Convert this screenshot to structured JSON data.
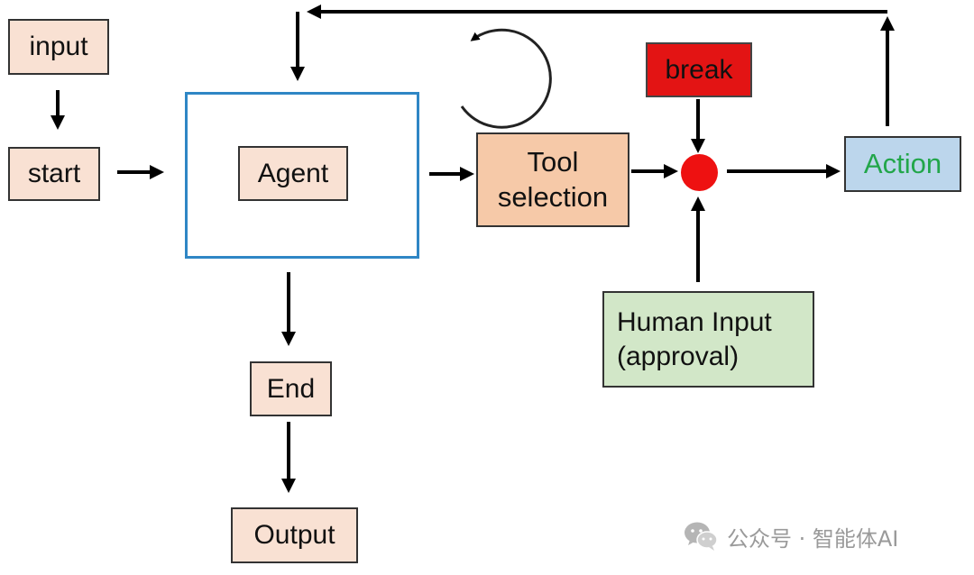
{
  "diagram": {
    "nodes": {
      "input": "input",
      "start": "start",
      "agent": "Agent",
      "tool_selection_line1": "Tool",
      "tool_selection_line2": "selection",
      "break": "break",
      "action": "Action",
      "human_input_line1": "Human Input",
      "human_input_line2": "(approval)",
      "end": "End",
      "output": "Output"
    },
    "edges": [
      {
        "from": "input",
        "to": "start"
      },
      {
        "from": "start",
        "to": "agent"
      },
      {
        "from": "agent",
        "to": "tool_selection"
      },
      {
        "from": "tool_selection",
        "to": "junction"
      },
      {
        "from": "break",
        "to": "junction"
      },
      {
        "from": "human_input",
        "to": "junction"
      },
      {
        "from": "junction",
        "to": "action"
      },
      {
        "from": "action",
        "to": "agent"
      },
      {
        "from": "agent",
        "to": "end"
      },
      {
        "from": "end",
        "to": "output"
      },
      {
        "from": "tool_selection",
        "to": "tool_selection",
        "kind": "loop"
      }
    ],
    "colors": {
      "peach": "#f9e1d3",
      "tool_selection": "#f6c9a8",
      "break": "#e31414",
      "action_fill": "#bcd6ec",
      "action_text": "#22a64a",
      "human_input": "#d2e7c8",
      "agent_frame": "#2f86c5",
      "junction": "#ee1111"
    }
  },
  "watermark": {
    "icon": "wechat-icon",
    "text": "公众号 · 智能体AI"
  }
}
